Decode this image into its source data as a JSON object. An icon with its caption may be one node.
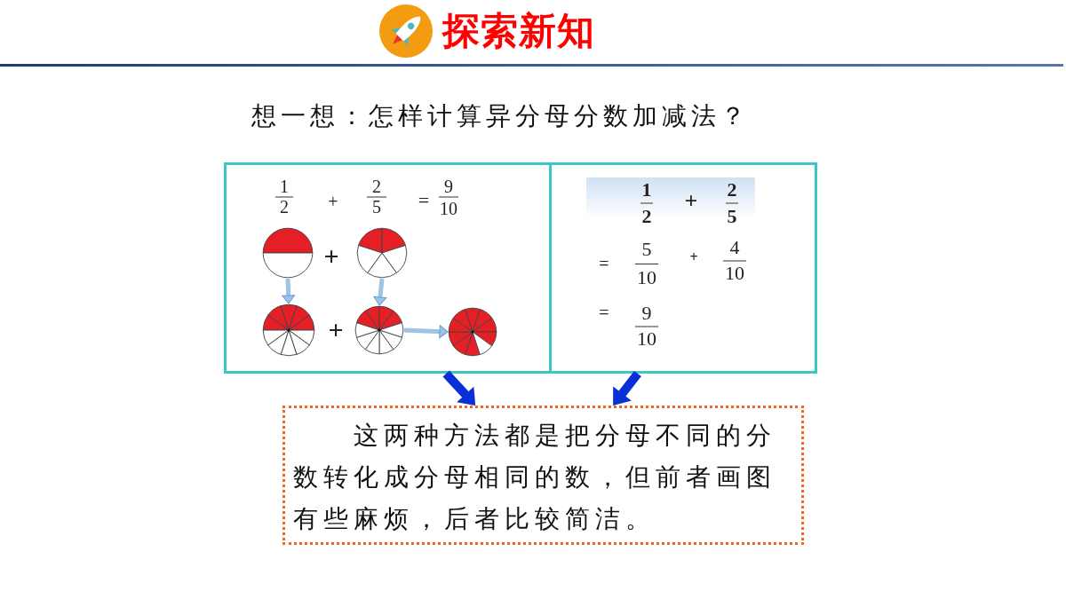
{
  "diagram": {
    "title": "探索新知",
    "nodes": [
      {
        "text": [
          "1",
          "2",
          "+",
          "2",
          "5",
          "=",
          "9",
          "10",
          "+",
          "+"
        ]
      },
      {
        "text": [],
        "shape": "circle",
        "in": 0
      },
      {
        "text": [],
        "shape": "circle",
        "in": 0
      },
      {
        "text": [],
        "shape": "circle",
        "in": 0
      },
      {
        "text": [],
        "shape": "circle",
        "in": 0
      },
      {
        "text": [],
        "shape": "circle",
        "in": 0
      },
      {
        "text": [
          "1",
          "2",
          "+",
          "2",
          "5",
          "=",
          "5",
          "10",
          "+",
          "4",
          "10",
          "=",
          "9",
          "10"
        ]
      },
      {
        "text": [
          "这两种方法都是把分母不同的分数转化成分母相同的数，但前者画图有些麻烦，后者比较简洁。"
        ]
      }
    ],
    "edges": [
      {
        "from": 1,
        "to": 3,
        "arrow": "to"
      },
      {
        "from": 2,
        "to": 4,
        "arrow": "to"
      },
      {
        "from": 4,
        "to": 5,
        "arrow": "to"
      },
      {
        "from": 0,
        "to": 7,
        "arrow": "to",
        "style": "thick",
        "color": "#0b2fd6"
      },
      {
        "from": 6,
        "to": 7,
        "arrow": "to",
        "style": "thick",
        "color": "#0b2fd6"
      }
    ],
    "labels": [
      "想一想：怎样计算异分母分数加减法？"
    ]
  }
}
